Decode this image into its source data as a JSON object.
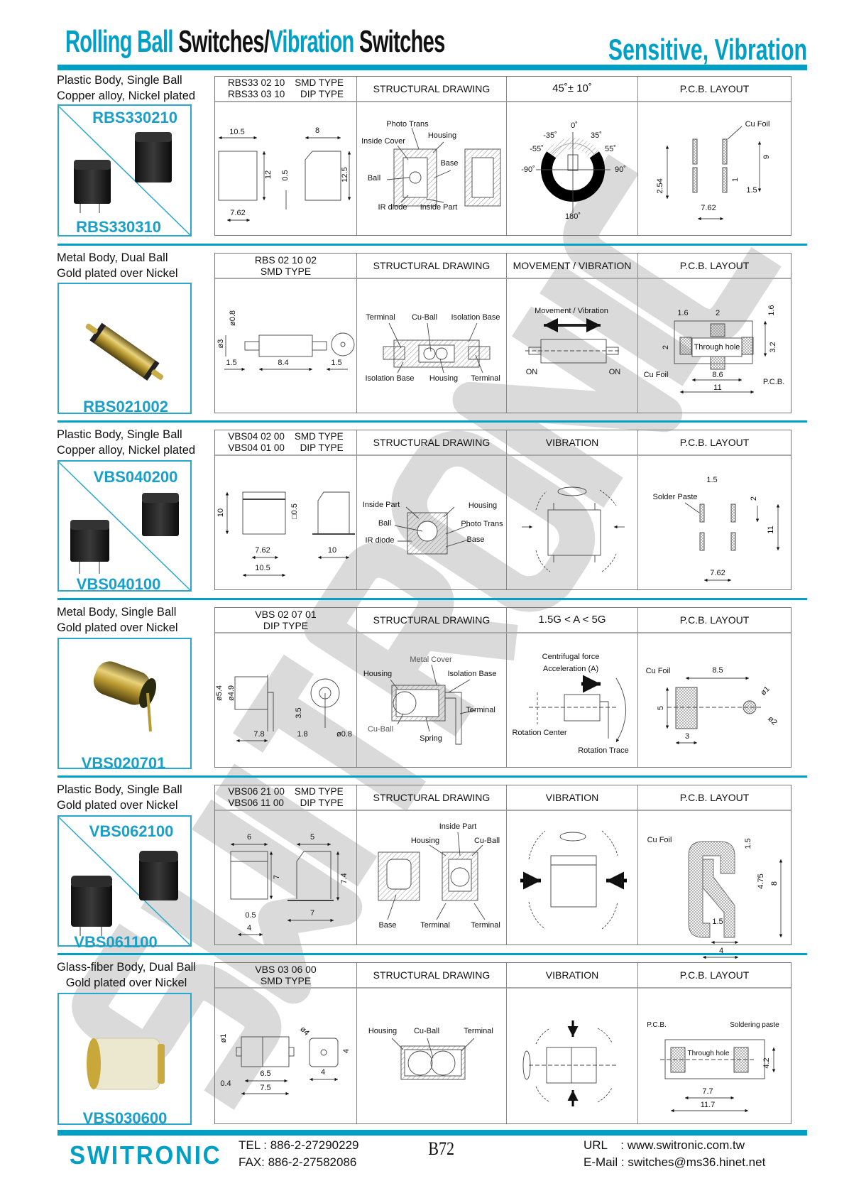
{
  "header": {
    "title_parts": [
      "Rolling Ball",
      "Switches/",
      "Vibration",
      "Switches"
    ],
    "subtitle": "Sensitive, Vibration"
  },
  "colors": {
    "brand": "#00a0c6",
    "text": "#111111",
    "watermark": "#d4d4d4"
  },
  "watermark": "SWITRONIC",
  "rows": [
    {
      "desc": [
        "Plastic Body, Single Ball",
        "Copper alloy, Nickel plated"
      ],
      "products": [
        "RBS330210",
        "RBS330310"
      ],
      "spec_header": [
        [
          "RBS33 02 10",
          "SMD TYPE"
        ],
        [
          "RBS33 03 10",
          "DIP TYPE"
        ]
      ],
      "col2": "STRUCTURAL DRAWING",
      "col3": "45˚± 10˚",
      "col4": "P.C.B. LAYOUT",
      "spec_labels": [
        "10.5",
        "8",
        "12",
        "0.5",
        "12.5",
        "7.62"
      ],
      "struct_labels": [
        "Photo Trans",
        "Inside Cover",
        "Housing",
        "Base",
        "Ball",
        "IR diode",
        "Inside Part"
      ],
      "angle_labels": [
        "0˚",
        "-35˚",
        "35˚",
        "-55˚",
        "55˚",
        "-90˚",
        "90˚",
        "180˚"
      ],
      "pcb_labels": [
        "Cu Foil",
        "9",
        "1",
        "1.5",
        "2.54",
        "7.62"
      ]
    },
    {
      "desc": [
        "Metal Body, Dual Ball",
        "Gold plated over Nickel"
      ],
      "products": [
        "RBS021002"
      ],
      "spec_header": [
        "RBS  02  10  02",
        "SMD  TYPE"
      ],
      "col2": "STRUCTURAL DRAWING",
      "col3": "MOVEMENT / VIBRATION",
      "col4": "P.C.B. LAYOUT",
      "spec_labels": [
        "ø0.8",
        "ø3",
        "1.5",
        "8.4",
        "1.5"
      ],
      "struct_labels": [
        "Terminal",
        "Cu-Ball",
        "Isolation Base",
        "Isolation Base",
        "Housing",
        "Terminal"
      ],
      "move_labels": [
        "Movement / Vibration",
        "ON",
        "ON"
      ],
      "pcb_labels": [
        "1.6",
        "2",
        "1.6",
        "2",
        "Through hole",
        "3.2",
        "Cu Foil",
        "8.6",
        "11",
        "P.C.B."
      ]
    },
    {
      "desc": [
        "Plastic Body, Single Ball",
        "Copper alloy, Nickel plated"
      ],
      "products": [
        "VBS040200",
        "VBS040100"
      ],
      "spec_header": [
        [
          "VBS04 02 00",
          "SMD TYPE"
        ],
        [
          "VBS04 01 00",
          "DIP TYPE"
        ]
      ],
      "col2": "STRUCTURAL DRAWING",
      "col3": "VIBRATION",
      "col4": "P.C.B. LAYOUT",
      "spec_labels": [
        "10",
        "□0.5",
        "7.62",
        "10",
        "10.5"
      ],
      "struct_labels": [
        "Inside Part",
        "Housing",
        "Ball",
        "Photo Trans",
        "IR diode",
        "Base"
      ],
      "pcb_labels": [
        "1.5",
        "Solder Paste",
        "2",
        "11",
        "7.62"
      ]
    },
    {
      "desc": [
        "Metal Body, Single Ball",
        "Gold plated over Nickel"
      ],
      "products": [
        "VBS020701"
      ],
      "spec_header": [
        "VBS  02  07  01",
        "DIP  TYPE"
      ],
      "col2": "STRUCTURAL DRAWING",
      "col3": "1.5G < A < 5G",
      "col4": "P.C.B. LAYOUT",
      "spec_labels": [
        "ø5.4",
        "ø4.9",
        "3.5",
        "7.8",
        "1.8",
        "ø0.8"
      ],
      "struct_labels": [
        "Metal Cover",
        "Housing",
        "Isolation Base",
        "Terminal",
        "Cu-Ball",
        "Spring"
      ],
      "accel_labels": [
        "Centrifugal force",
        "Acceleration (A)",
        "Rotation Center",
        "Rotation Trace"
      ],
      "pcb_labels": [
        "Cu Foil",
        "8.5",
        "ø1",
        "5",
        "ø2",
        "3"
      ]
    },
    {
      "desc": [
        "Plastic Body, Single Ball",
        "Gold plated over Nickel"
      ],
      "products": [
        "VBS062100",
        "VBS061100"
      ],
      "spec_header": [
        [
          "VBS06 21 00",
          "SMD TYPE"
        ],
        [
          "VBS06 11 00",
          "DIP TYPE"
        ]
      ],
      "col2": "STRUCTURAL DRAWING",
      "col3": "VIBRATION",
      "col4": "P.C.B. LAYOUT",
      "spec_labels": [
        "6",
        "5",
        "7",
        "7.4",
        "0.5",
        "7",
        "4"
      ],
      "struct_labels": [
        "Inside Part",
        "Housing",
        "Cu-Ball",
        "Base",
        "Terminal",
        "Terminal"
      ],
      "pcb_labels": [
        "Cu Foil",
        "1.5",
        "4.75",
        "8",
        "1.5",
        "4"
      ]
    },
    {
      "desc": [
        "Glass-fiber Body, Dual Ball",
        "Gold plated over Nickel"
      ],
      "products": [
        "VBS030600"
      ],
      "spec_header": [
        "VBS  03  06  00",
        "SMD  TYPE"
      ],
      "col2": "STRUCTURAL DRAWING",
      "col3": "VIBRATION",
      "col4": "P.C.B. LAYOUT",
      "spec_labels": [
        "ø1",
        "ø4",
        "4",
        "6.5",
        "4",
        "0.4",
        "7.5"
      ],
      "struct_labels": [
        "Housing",
        "Cu-Ball",
        "Terminal"
      ],
      "pcb_labels": [
        "P.C.B.",
        "Soldering paste",
        "Through hole",
        "4.2",
        "7.7",
        "11.7"
      ]
    }
  ],
  "footer": {
    "logo": "SWITRONIC",
    "tel": "TEL : 886-2-27290229",
    "fax": "FAX: 886-2-27582086",
    "page": "B72",
    "url": "URL    : www.switronic.com.tw",
    "email": "E-Mail : switches@ms36.hinet.net"
  }
}
